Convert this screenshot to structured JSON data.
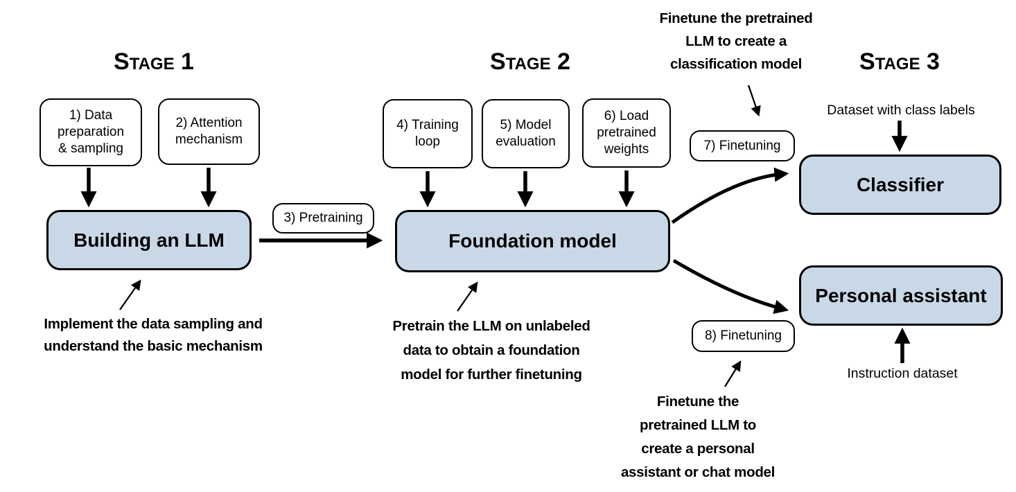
{
  "colors": {
    "box_fill": "#c9d8e7",
    "border": "#000000",
    "background": "#ffffff",
    "text": "#000000"
  },
  "stages": {
    "stage1": "Stage 1",
    "stage2": "Stage 2",
    "stage3": "Stage 3"
  },
  "steps": {
    "s1": "1) Data\npreparation\n& sampling",
    "s2": "2) Attention\nmechanism",
    "s3": "3) Pretraining",
    "s4": "4) Training\nloop",
    "s5": "5) Model\nevaluation",
    "s6": "6) Load\npretrained\nweights",
    "s7": "7) Finetuning",
    "s8": "8) Finetuning"
  },
  "nodes": {
    "building": "Building an LLM",
    "foundation": "Foundation model",
    "classifier": "Classifier",
    "assistant": "Personal assistant"
  },
  "inputs": {
    "class_labels": "Dataset with class labels",
    "instruction": "Instruction dataset"
  },
  "annotations": {
    "stage1_note": "Implement the data sampling and\nunderstand the basic mechanism",
    "stage2_note": "Pretrain the LLM on unlabeled\ndata to obtain a foundation\nmodel for further finetuning",
    "classifier_note": "Finetune the pretrained\nLLM to create a\nclassification model",
    "assistant_note": "Finetune the\npretrained LLM to\ncreate a personal\nassistant or chat model"
  }
}
